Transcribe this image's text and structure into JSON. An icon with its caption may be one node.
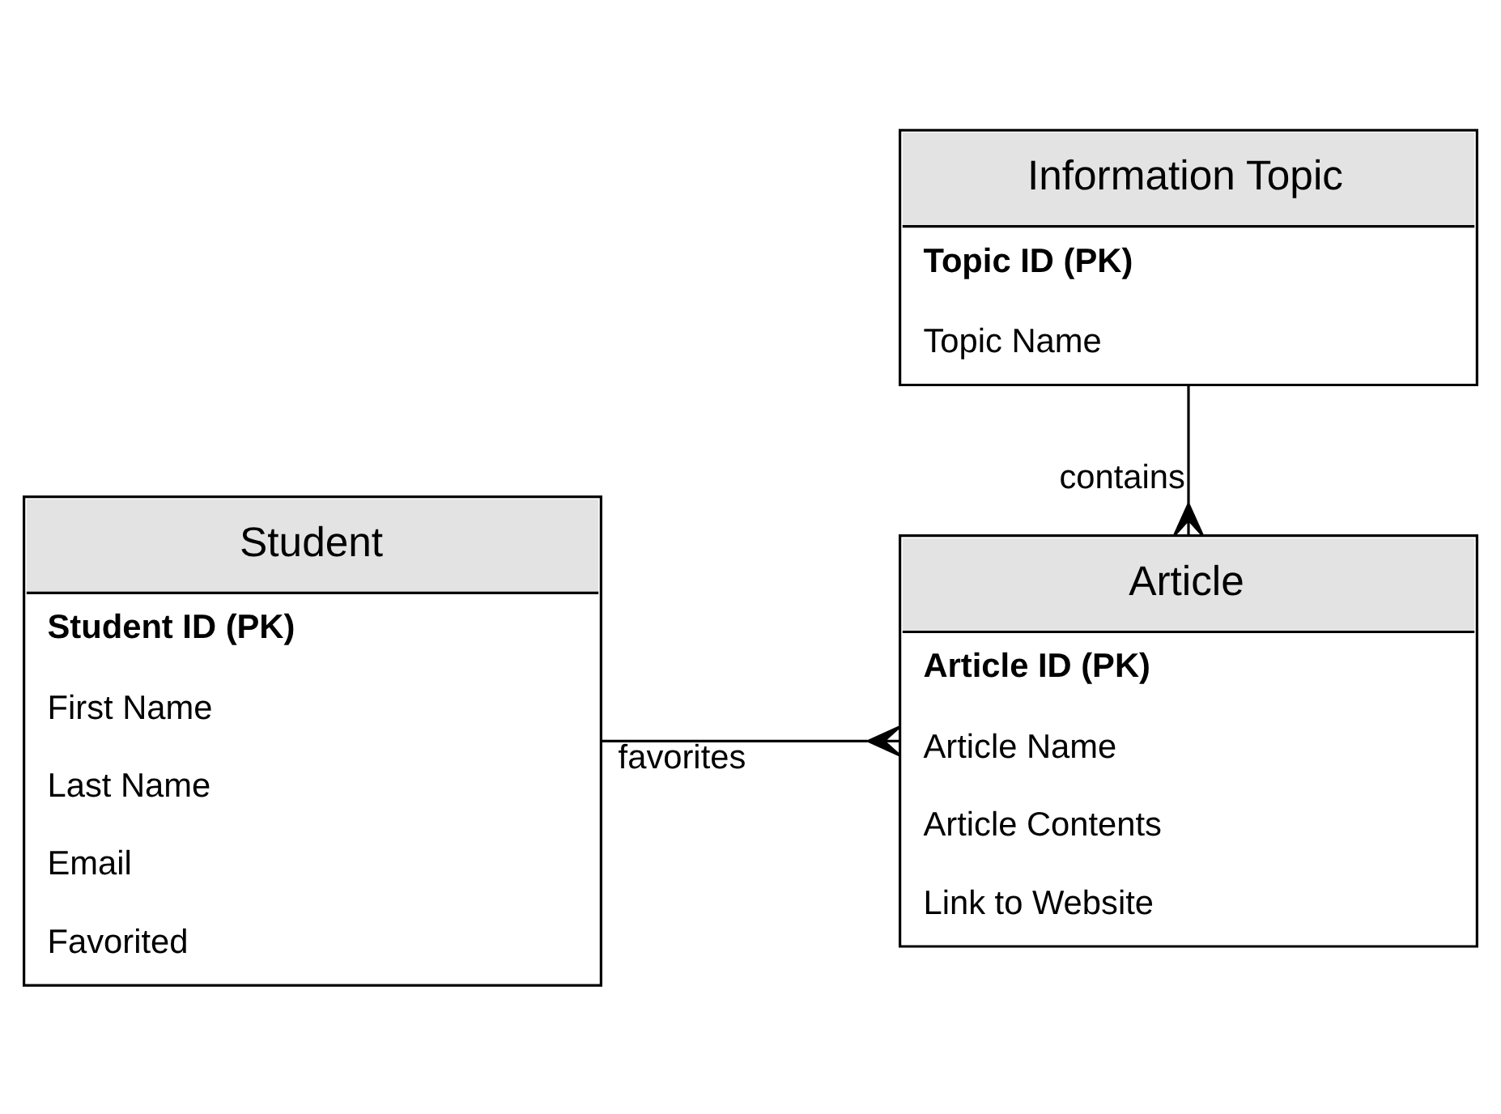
{
  "diagram": {
    "nodes": [
      {
        "text": [
          "Information Topic",
          "Topic ID (PK)",
          "Topic Name"
        ]
      },
      {
        "text": [
          "Student",
          "Student ID (PK)",
          "First Name",
          "Last Name",
          "Email",
          "Favorited"
        ]
      },
      {
        "text": [
          "Article",
          "Article ID (PK)",
          "Article Name",
          "Article Contents",
          "Link to Website"
        ]
      }
    ],
    "edges": [
      {
        "from": 0,
        "to": 2,
        "arrow": "other",
        "label": "contains"
      },
      {
        "from": 1,
        "to": 2,
        "arrow": "other",
        "label": "favorites"
      }
    ]
  }
}
